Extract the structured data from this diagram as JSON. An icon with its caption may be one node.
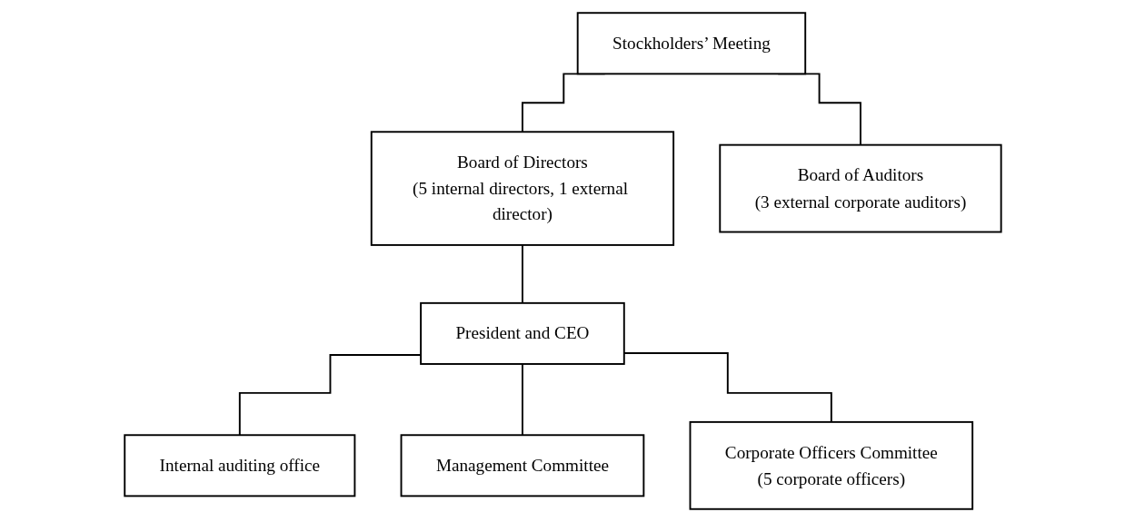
{
  "diagram": {
    "nodes": [
      {
        "text": [
          "Stockholders’ Meeting"
        ]
      },
      {
        "text": [
          "Board of Directors",
          "(5 internal directors, 1 external director)"
        ]
      },
      {
        "text": [
          "Board of Auditors",
          "(3 external corporate auditors)"
        ]
      },
      {
        "text": [
          "President and CEO"
        ]
      },
      {
        "text": [
          "Internal auditing office"
        ]
      },
      {
        "text": [
          "Management Committee"
        ]
      },
      {
        "text": [
          "Corporate Officers Committee",
          "(5 corporate officers)"
        ]
      }
    ],
    "edges": [
      {
        "from": 0,
        "to": 1,
        "arrow": "none"
      },
      {
        "from": 0,
        "to": 2,
        "arrow": "none"
      },
      {
        "from": 1,
        "to": 3,
        "arrow": "none"
      },
      {
        "from": 3,
        "to": 4,
        "arrow": "none"
      },
      {
        "from": 3,
        "to": 5,
        "arrow": "none"
      },
      {
        "from": 3,
        "to": 6,
        "arrow": "none"
      }
    ]
  }
}
